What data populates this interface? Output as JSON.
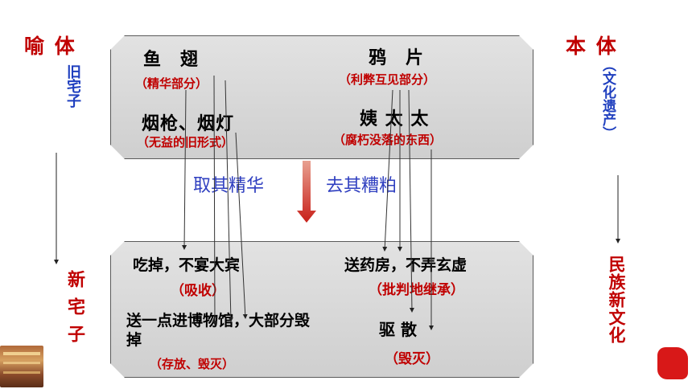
{
  "left_side": {
    "title": "喻 体",
    "top_vertical": "旧宅子",
    "bottom_vertical": "新宅子"
  },
  "right_side": {
    "title": "本 体",
    "top_vertical": "（文化遗产）",
    "bottom_vertical": "民族新文化"
  },
  "top_panel": {
    "item1": {
      "term": "鱼　翅",
      "note": "（精华部分）"
    },
    "item2": {
      "term": "鸦　片",
      "note": "（利弊互见部分）"
    },
    "item3": {
      "term": "烟枪、烟灯",
      "note": "（无益的旧形式）"
    },
    "item4": {
      "term": "姨 太 太",
      "note": "（腐朽没落的东西）"
    }
  },
  "middle": {
    "left_phrase": "取其精华",
    "right_phrase": "去其糟粕"
  },
  "bottom_panel": {
    "action1": {
      "text": "吃掉，不宴大宾",
      "note": "（吸收）"
    },
    "action2": {
      "text": "送药房，不弄玄虚",
      "note": "（批判地继承）"
    },
    "action3": {
      "text": "送一点进博物馆，大部分毁掉",
      "note": "（存放、毁灭）"
    },
    "action4": {
      "text": "驱 散",
      "note": "（毁灭）"
    }
  },
  "colors": {
    "title_red": "#c00000",
    "vertical_blue": "#1f3fbf",
    "phrase_blue": "#2f3fc0",
    "arrow_red": "#c8201a"
  }
}
